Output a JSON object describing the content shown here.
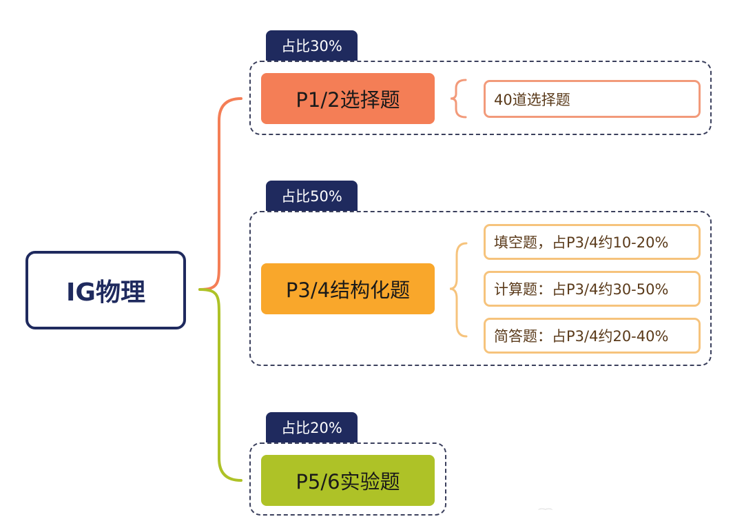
{
  "root": {
    "label": "IG物理"
  },
  "sections": [
    {
      "ratio": "占比30%",
      "label": "P1/2选择题",
      "details": [
        "40道选择题"
      ],
      "color": "#f47e56"
    },
    {
      "ratio": "占比50%",
      "label": "P3/4结构化题",
      "details": [
        "填空题，占P3/4约10-20%",
        "计算题：占P3/4约30-50%",
        "简答题：占P3/4约20-40%"
      ],
      "color": "#f9a72b"
    },
    {
      "ratio": "占比20%",
      "label": "P5/6实验题",
      "details": [],
      "color": "#aec227"
    }
  ],
  "colors": {
    "navy": "#1f2a5e",
    "orange": "#f47e56",
    "amber": "#f9a72b",
    "green": "#aec227",
    "detail_orange": "#f29a7a",
    "detail_amber": "#f6c37c"
  }
}
